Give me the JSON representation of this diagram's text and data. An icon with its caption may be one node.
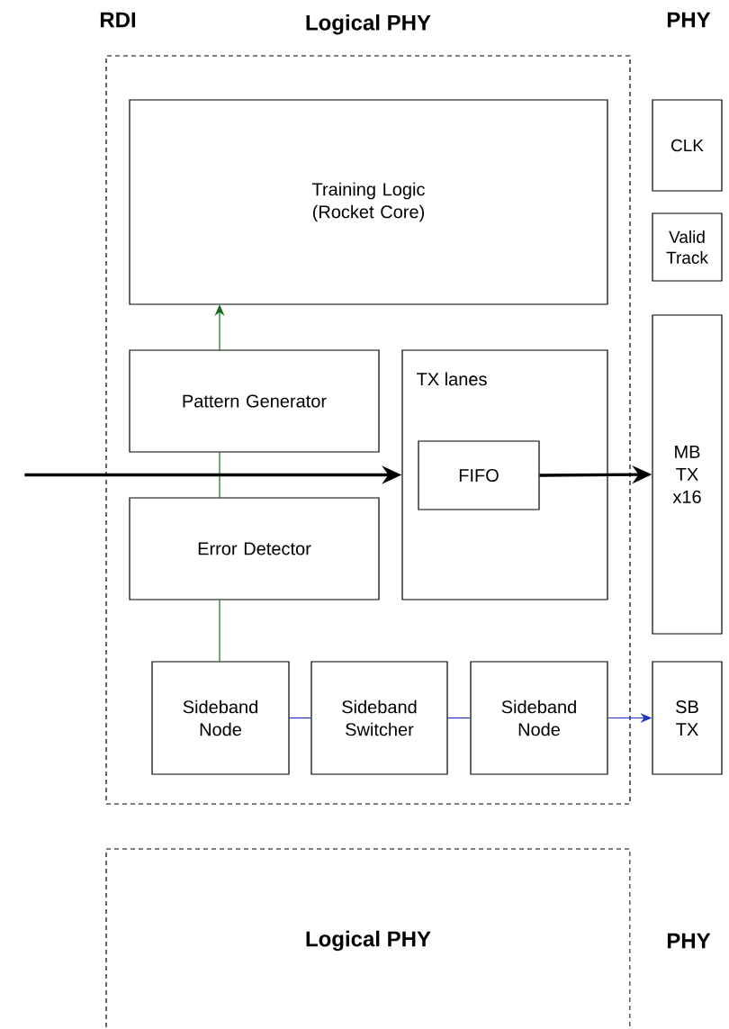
{
  "diagram": {
    "nodes": [
      {
        "text": [
          "Logical PHY"
        ]
      },
      {
        "text": [
          "Training Logic (Rocket Core)"
        ],
        "in": 0
      },
      {
        "text": [
          "Pattern Generator"
        ],
        "in": 0
      },
      {
        "text": [
          "TX lanes"
        ],
        "in": 0
      },
      {
        "text": [
          "FIFO"
        ],
        "in": 3
      },
      {
        "text": [
          "Error Detector"
        ],
        "in": 0
      },
      {
        "text": [
          "Sideband Node"
        ],
        "in": 0
      },
      {
        "text": [
          "Sideband Switcher"
        ],
        "in": 0
      },
      {
        "text": [
          "Sideband Node"
        ],
        "in": 0
      },
      {
        "text": [
          "CLK"
        ]
      },
      {
        "text": [
          "Valid Track"
        ]
      },
      {
        "text": [
          "MB TX x16"
        ]
      },
      {
        "text": [
          "SB TX"
        ]
      },
      {
        "text": [
          "Logical PHY"
        ]
      }
    ],
    "edges": [
      {
        "from": 2,
        "to": 1,
        "arrow": "to",
        "color": "#1a6e1a"
      },
      {
        "from": 5,
        "to": 2,
        "arrow": "none",
        "color": "#1a6e1a"
      },
      {
        "from": 6,
        "to": 5,
        "arrow": "none",
        "color": "#1a6e1a"
      },
      {
        "from": null,
        "to": 3,
        "arrow": "to",
        "style": "thick",
        "color": "#000000"
      },
      {
        "from": 4,
        "to": 11,
        "arrow": "to",
        "style": "thick",
        "color": "#000000"
      },
      {
        "from": 6,
        "to": 7,
        "arrow": "none",
        "color": "#2233cc"
      },
      {
        "from": 7,
        "to": 8,
        "arrow": "none",
        "color": "#2233cc"
      },
      {
        "from": 8,
        "to": 12,
        "arrow": "to",
        "color": "#2233cc"
      }
    ],
    "labels": [
      "RDI",
      "PHY",
      "PHY"
    ]
  }
}
